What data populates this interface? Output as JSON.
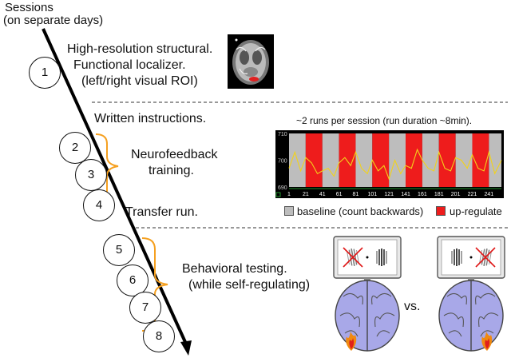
{
  "header": {
    "sessions_line1": "Sessions",
    "sessions_line2": "(on separate days)"
  },
  "sessions": [
    "1",
    "2",
    "3",
    "4",
    "5",
    "6",
    "7",
    "8"
  ],
  "phase1": {
    "line1": "High-resolution structural.",
    "line2": "Functional localizer.",
    "line3": "(left/right visual ROI)"
  },
  "phase2": {
    "instructions": "Written instructions.",
    "training_line1": "Neurofeedback",
    "training_line2": "training.",
    "transfer": "Transfer run."
  },
  "phase3": {
    "line1": "Behavioral testing.",
    "line2": "(while self-regulating)",
    "vs": "vs."
  },
  "chart": {
    "title": "~2 runs per session (run duration ~8min).",
    "legend_baseline": "baseline (count backwards)",
    "legend_upregulate": "up-regulate",
    "colors": {
      "baseline": "#bdbdbd",
      "upregulate": "#ee1c1c",
      "signal": "#f2d21b",
      "background": "#000000",
      "axis": "#2fbf3a"
    }
  },
  "chart_data": {
    "type": "line",
    "title": "~2 runs per session (run duration ~8min).",
    "ylim": [
      690,
      710
    ],
    "y_ticks": [
      "710",
      "700",
      "690"
    ],
    "x_ticks": [
      "1",
      "21",
      "41",
      "61",
      "81",
      "101",
      "121",
      "141",
      "161",
      "181",
      "201",
      "221",
      "241"
    ],
    "xlim": [
      1,
      256
    ],
    "blocks": [
      {
        "start": 1,
        "end": 21,
        "condition": "baseline"
      },
      {
        "start": 21,
        "end": 41,
        "condition": "up-regulate"
      },
      {
        "start": 41,
        "end": 61,
        "condition": "baseline"
      },
      {
        "start": 61,
        "end": 81,
        "condition": "up-regulate"
      },
      {
        "start": 81,
        "end": 101,
        "condition": "baseline"
      },
      {
        "start": 101,
        "end": 121,
        "condition": "up-regulate"
      },
      {
        "start": 121,
        "end": 141,
        "condition": "baseline"
      },
      {
        "start": 141,
        "end": 161,
        "condition": "up-regulate"
      },
      {
        "start": 161,
        "end": 181,
        "condition": "baseline"
      },
      {
        "start": 181,
        "end": 201,
        "condition": "up-regulate"
      },
      {
        "start": 201,
        "end": 221,
        "condition": "baseline"
      },
      {
        "start": 221,
        "end": 241,
        "condition": "up-regulate"
      },
      {
        "start": 241,
        "end": 256,
        "condition": "baseline"
      }
    ],
    "series": [
      {
        "x": [
          1,
          8,
          15,
          21,
          28,
          35,
          41,
          48,
          55,
          61,
          68,
          75,
          81,
          88,
          95,
          101,
          108,
          115,
          121,
          128,
          135,
          141,
          148,
          155,
          161,
          168,
          175,
          181,
          188,
          195,
          201,
          208,
          215,
          221,
          228,
          235,
          241,
          248,
          256
        ],
        "values": [
          697,
          703,
          696,
          701,
          699,
          695,
          696,
          697,
          694,
          699,
          701,
          698,
          703,
          697,
          695,
          700,
          696,
          698,
          693,
          700,
          695,
          698,
          697,
          704,
          700,
          697,
          696,
          703,
          697,
          696,
          701,
          700,
          697,
          702,
          697,
          696,
          703,
          695,
          700
        ]
      }
    ]
  }
}
